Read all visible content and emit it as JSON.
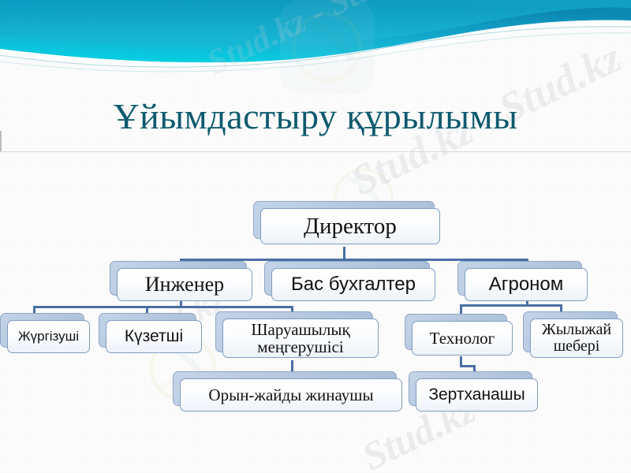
{
  "slide": {
    "title": "Ұйымдастыру құрылымы",
    "title_color": "#0d5a6e",
    "banner_color_start": "#00c6de",
    "banner_color_end": "#0b8fb5",
    "connector_color": "#4a6fa5",
    "box_border_color": "#7f9dc0",
    "watermark_text": "Stud.kz",
    "watermark_text_long": "Stud.kz - Stud.kz"
  },
  "watermarks": [
    {
      "text": "Stud.kz - Stud.kz"
    },
    {
      "text": "Stud.kz - Stud.kz"
    },
    {
      "text": "Stud.kz"
    },
    {
      "text": "Stud.kz"
    }
  ],
  "chart_data": {
    "type": "diagram",
    "diagram_kind": "organization-chart",
    "title": "Ұйымдастыру құрылымы",
    "levels": 4,
    "node_count": 11,
    "nodes": [
      {
        "id": "director",
        "label": "Директор",
        "level": 1,
        "parent": null
      },
      {
        "id": "engineer",
        "label": "Инженер",
        "level": 2,
        "parent": "director"
      },
      {
        "id": "accountant",
        "label": "Бас бухгалтер",
        "level": 2,
        "parent": "director"
      },
      {
        "id": "agronomist",
        "label": "Агроном",
        "level": 2,
        "parent": "director"
      },
      {
        "id": "driver",
        "label": "Жүргізуші",
        "level": 3,
        "parent": "engineer"
      },
      {
        "id": "guard",
        "label": "Күзетші",
        "level": 3,
        "parent": "engineer"
      },
      {
        "id": "household",
        "label": "Шаруашылық меңгерушісі",
        "level": 3,
        "parent": "engineer"
      },
      {
        "id": "technolog",
        "label": "Технолог",
        "level": 3,
        "parent": "agronomist"
      },
      {
        "id": "greenhouse",
        "label": "Жылыжай шебері",
        "level": 3,
        "parent": "agronomist"
      },
      {
        "id": "cleaner",
        "label": "Орын-жайды жинаушы",
        "level": 4,
        "parent": "household"
      },
      {
        "id": "labworker",
        "label": "Зертханашы",
        "level": 4,
        "parent": "technolog"
      }
    ],
    "edges": [
      {
        "from": "director",
        "to": "engineer"
      },
      {
        "from": "director",
        "to": "accountant"
      },
      {
        "from": "director",
        "to": "agronomist"
      },
      {
        "from": "engineer",
        "to": "driver"
      },
      {
        "from": "engineer",
        "to": "guard"
      },
      {
        "from": "engineer",
        "to": "household"
      },
      {
        "from": "agronomist",
        "to": "technolog"
      },
      {
        "from": "agronomist",
        "to": "greenhouse"
      },
      {
        "from": "household",
        "to": "cleaner"
      },
      {
        "from": "technolog",
        "to": "labworker"
      }
    ]
  }
}
